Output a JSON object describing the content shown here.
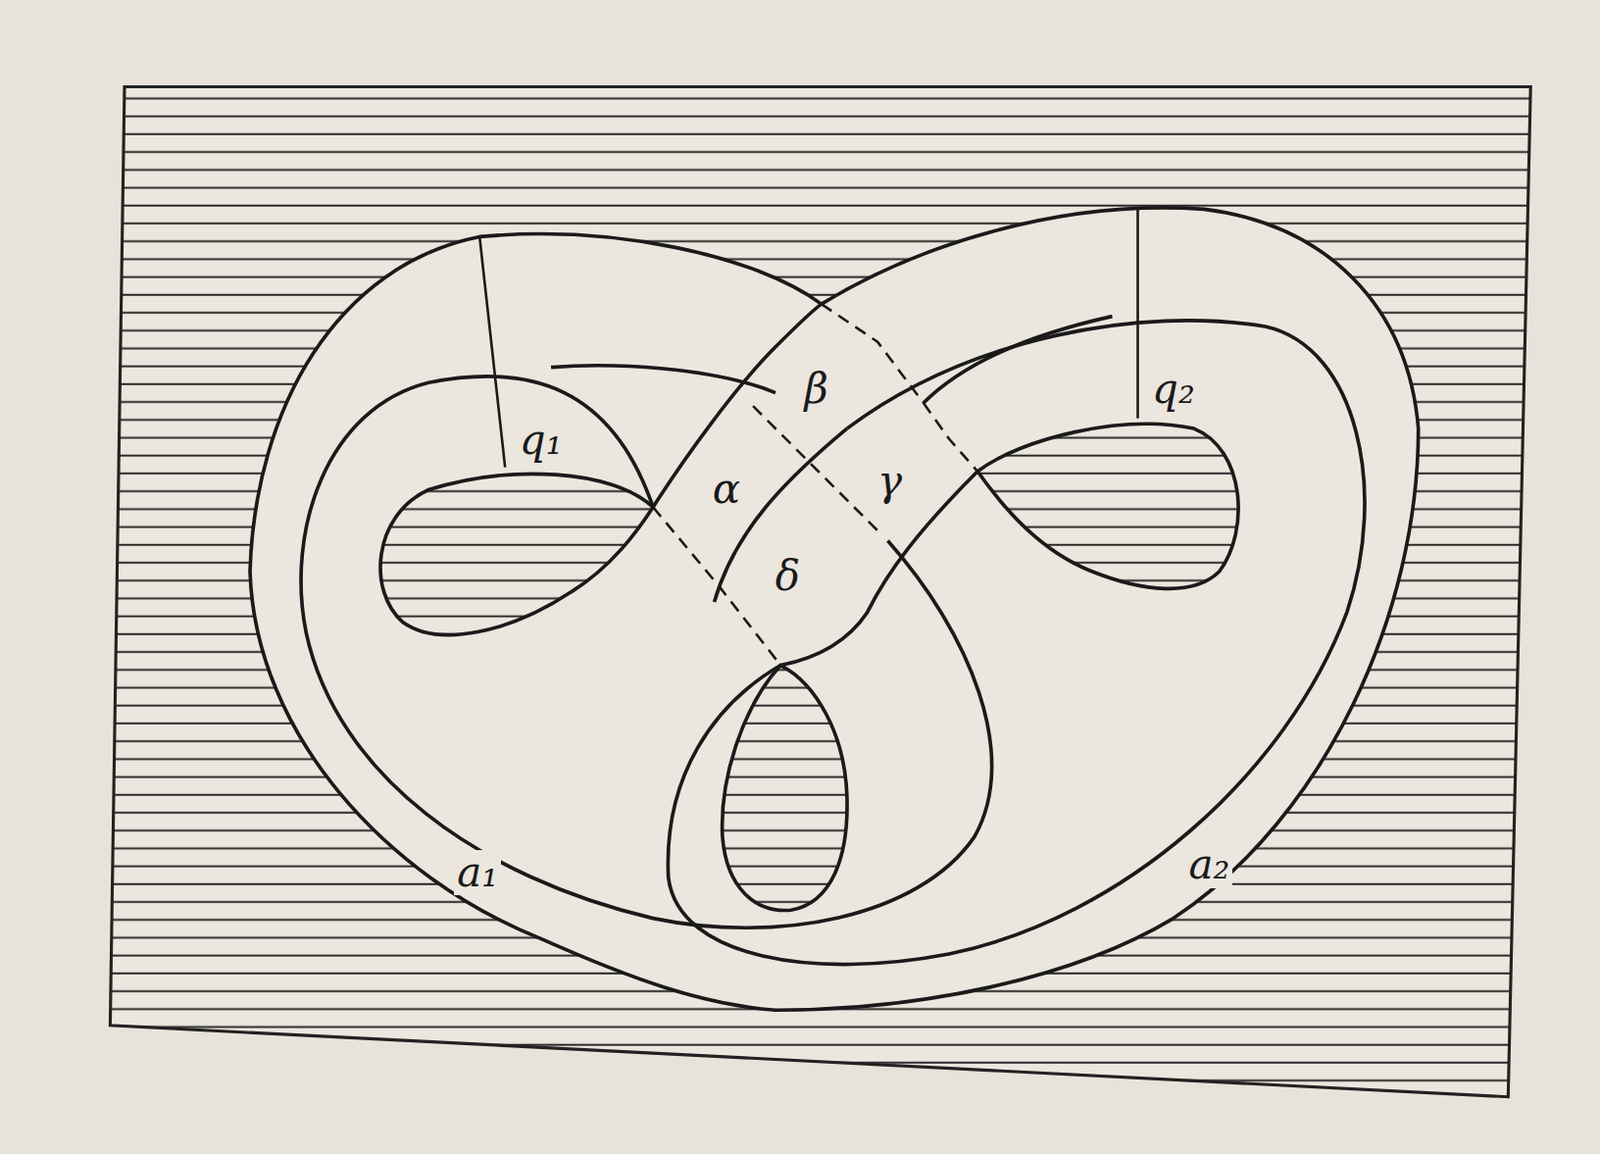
{
  "diagram": {
    "labels": [
      "q₁",
      "α",
      "β",
      "γ",
      "δ",
      "q₂",
      "a₁",
      "a₂"
    ]
  }
}
